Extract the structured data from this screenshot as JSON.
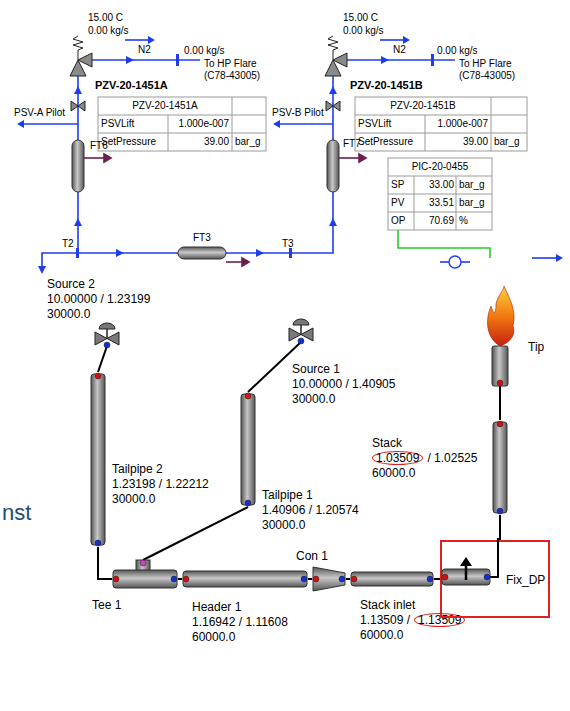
{
  "diagram": {
    "nodes": [
      {
        "text": [
          "Source 2",
          "10.00000 / 1.23199",
          "30000.0"
        ]
      },
      {
        "text": [
          "Source 1",
          "10.00000 / 1.40905",
          "30000.0"
        ]
      },
      {
        "text": [
          "Tailpipe 2",
          "1.23198 / 1.22212",
          "30000.0"
        ]
      },
      {
        "text": [
          "Tailpipe 1",
          "1.40906 / 1.20574",
          "30000.0"
        ]
      },
      {
        "text": [
          "Tee 1"
        ]
      },
      {
        "text": [
          "Header 1",
          "1.16942 / 1.11608",
          "60000.0"
        ]
      },
      {
        "text": [
          "Con 1"
        ]
      },
      {
        "text": [
          "Stack inlet",
          "1.13509 /",
          "1.13509",
          "60000.0"
        ]
      },
      {
        "text": [
          "Fix_DP"
        ]
      },
      {
        "text": [
          "Stack",
          "1.03509",
          "/ 1.02525",
          "60000.0"
        ]
      },
      {
        "text": [
          "Tip"
        ]
      }
    ],
    "edges": [
      {
        "from": 0,
        "to": 2,
        "arrow": "none"
      },
      {
        "from": 1,
        "to": 3,
        "arrow": "none"
      },
      {
        "from": 2,
        "to": 4,
        "arrow": "none"
      },
      {
        "from": 3,
        "to": 4,
        "arrow": "none"
      },
      {
        "from": 4,
        "to": 5,
        "arrow": "none"
      },
      {
        "from": 5,
        "to": 6,
        "arrow": "none"
      },
      {
        "from": 6,
        "to": 7,
        "arrow": "none"
      },
      {
        "from": 7,
        "to": 8,
        "arrow": "none"
      },
      {
        "from": 8,
        "to": 9,
        "arrow": "none"
      },
      {
        "from": 9,
        "to": 10,
        "arrow": "none"
      }
    ],
    "labels": [
      "15.00 C",
      "0.00 kg/s",
      "N2",
      "0.00 kg/s",
      "To HP Flare (C78-43005)",
      "PZV-20-1451A",
      "PSV-A Pilot",
      "PZV-20-1451A",
      "PSVLift",
      "1.000e-007",
      "SetPressure",
      "39.00",
      "bar_g",
      "FT6",
      "T2",
      "FT3",
      "T3",
      "15.00 C",
      "0.00 kg/s",
      "N2",
      "0.00 kg/s",
      "To HP Flare (C78-43005)",
      "PZV-20-1451B",
      "PSV-B Pilot",
      "PZV-20-1451B",
      "PSVLift",
      "1.000e-007",
      "SetPressure",
      "39.00",
      "bar_g",
      "FT7",
      "PIC-20-0455",
      "SP",
      "33.00",
      "bar_g",
      "PV",
      "33.51",
      "bar_g",
      "OP",
      "70.69",
      "%",
      "nst"
    ]
  }
}
